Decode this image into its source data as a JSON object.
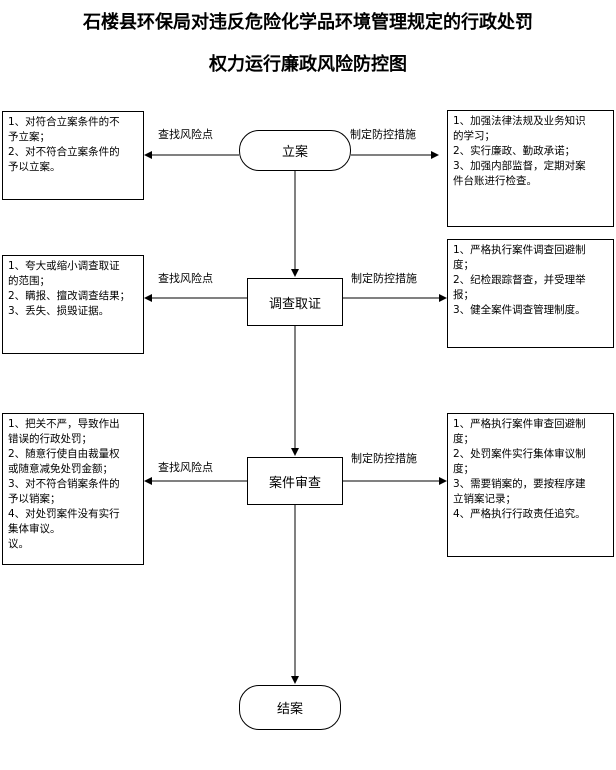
{
  "title_line1": "石楼县环保局对违反危险化学品环境管理规定的行政处罚",
  "title_line2": "权力运行廉政风险防控图",
  "nodes": {
    "start": "立案",
    "investigate": "调查取证",
    "review": "案件审查",
    "end": "结案"
  },
  "find_risk_label": "查找风险点",
  "control_label": "制定防控措施",
  "risks": {
    "start": [
      "1、对符合立案条件的不",
      "予立案；",
      "2、对不符合立案条件的",
      "予以立案。"
    ],
    "investigate": [
      "1、夸大或缩小调查取证",
      "的范围；",
      "2、瞒报、擅改调查结果；",
      "3、丢失、损毁证据。"
    ],
    "review": [
      "1、把关不严，导致作出",
      "错误的行政处罚；",
      "2、随意行使自由裁量权",
      "或随意减免处罚金额；",
      "3、对不符合销案条件的",
      "予以销案；",
      "4、对处罚案件没有实行",
      "集体审议。",
      "议。"
    ]
  },
  "measures": {
    "start": [
      "1、加强法律法规及业务知识",
      "的学习；",
      "2、实行廉政、勤政承诺；",
      "3、加强内部监督，定期对案",
      "件台账进行检查。"
    ],
    "investigate": [
      "1、严格执行案件调查回避制",
      "度；",
      "2、纪检跟踪督查，并受理举",
      "报；",
      "3、健全案件调查管理制度。"
    ],
    "review": [
      "1、严格执行案件审查回避制",
      "度；",
      "2、处罚案件实行集体审议制",
      "度；",
      "3、需要销案的，要按程序建",
      "立销案记录；",
      "4、严格执行行政责任追究。"
    ]
  }
}
